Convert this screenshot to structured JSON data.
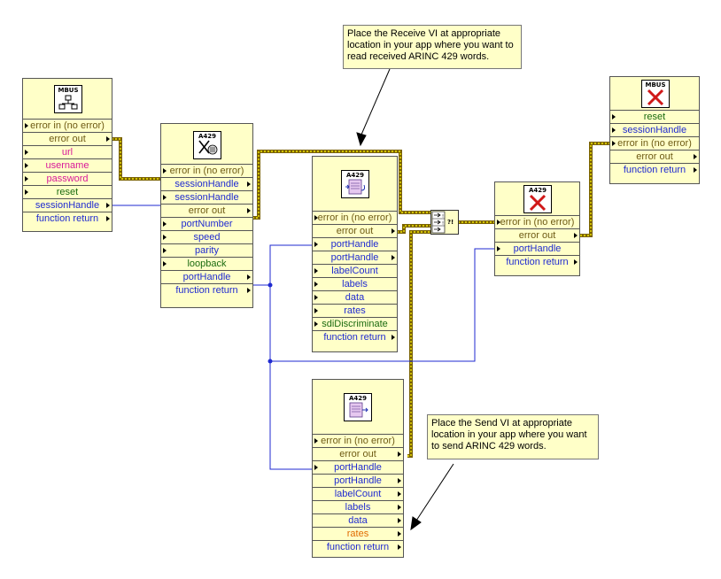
{
  "notes": {
    "receive": "Place the Receive VI at appropriate location in your app where you want to read received ARINC 429 words.",
    "send": "Place the Send VI at appropriate location in your app where you want to send ARINC 429 words."
  },
  "icons": {
    "mbus_open": {
      "label": "MBUS",
      "glyph": "network-icon"
    },
    "a429_open": {
      "label": "A429",
      "glyph": "port-config-icon"
    },
    "a429_receive": {
      "label": "A429",
      "glyph": "receive-icon"
    },
    "a429_send": {
      "label": "A429",
      "glyph": "send-icon"
    },
    "a429_close": {
      "label": "A429",
      "glyph": "close-x-icon"
    },
    "mbus_close": {
      "label": "MBUS",
      "glyph": "close-x-icon"
    }
  },
  "vis": {
    "mbus_open": [
      "error in (no error)",
      "error out",
      "url",
      "username",
      "password",
      "reset",
      "sessionHandle",
      "function return"
    ],
    "a429_open": [
      "error in (no error)",
      "sessionHandle",
      "sessionHandle",
      "error out",
      "portNumber",
      "speed",
      "parity",
      "loopback",
      "portHandle",
      "function return"
    ],
    "a429_receive": [
      "error in (no error)",
      "error out",
      "portHandle",
      "portHandle",
      "labelCount",
      "labels",
      "data",
      "rates",
      "sdiDiscriminate",
      "function return"
    ],
    "a429_send": [
      "error in (no error)",
      "error out",
      "portHandle",
      "portHandle",
      "labelCount",
      "labels",
      "data",
      "rates",
      "function return"
    ],
    "a429_close": [
      "error in (no error)",
      "error out",
      "portHandle",
      "function return"
    ],
    "mbus_close": [
      "reset",
      "sessionHandle",
      "error in (no error)",
      "error out",
      "function return"
    ]
  },
  "merge_errors": {
    "glyph": "merge-errors-icon"
  },
  "colors": {
    "error_wire": "#8a6d00",
    "ref_wire": "#1f2ad0",
    "panel": "#ffffc8"
  }
}
